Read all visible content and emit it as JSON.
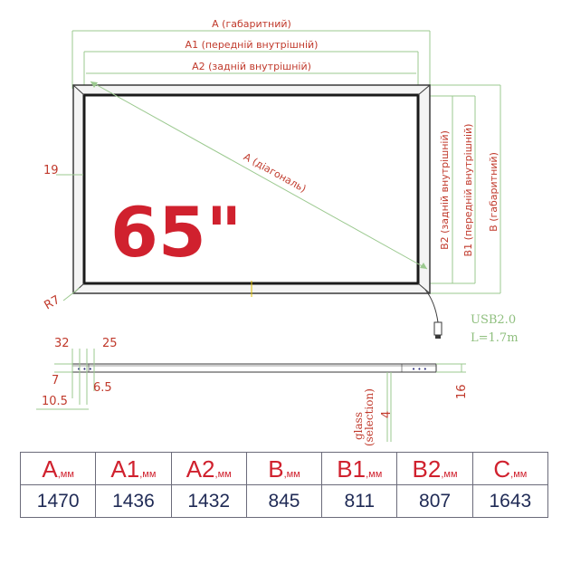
{
  "diagram": {
    "dimensions": {
      "a_overall": "A (габаритний)",
      "a1_front_inner": "A1 (передній внутрішній)",
      "a2_rear_inner": "A2 (задній внутрішній)",
      "diagonal": "A (діагональ)",
      "b2_rear_inner": "B2 (задній внутрішній)",
      "b1_front_inner": "B1 (передній внутрішній)",
      "b_overall": "B (габаритний)",
      "frame_19": "19",
      "radius": "R7"
    },
    "size_label": "65\"",
    "usb": {
      "line1": "USB2.0",
      "line2": "L=1.7m"
    },
    "side": {
      "d32": "32",
      "d25": "25",
      "d7": "7",
      "d6_5": "6.5",
      "d10_5": "10.5",
      "d16": "16",
      "d4": "4",
      "glass": "glass",
      "selection": "(selection)"
    }
  },
  "table": {
    "unit": ",мм",
    "headers": [
      "A",
      "A1",
      "A2",
      "B",
      "B1",
      "B2",
      "C"
    ],
    "values": [
      "1470",
      "1436",
      "1432",
      "845",
      "811",
      "807",
      "1643"
    ]
  },
  "colors": {
    "dimension_line": "#9bc98f",
    "dimension_text": "#c0392b",
    "size_label": "#d0212e",
    "frame": "#3a3a3a",
    "table_value": "#1f2a55"
  }
}
